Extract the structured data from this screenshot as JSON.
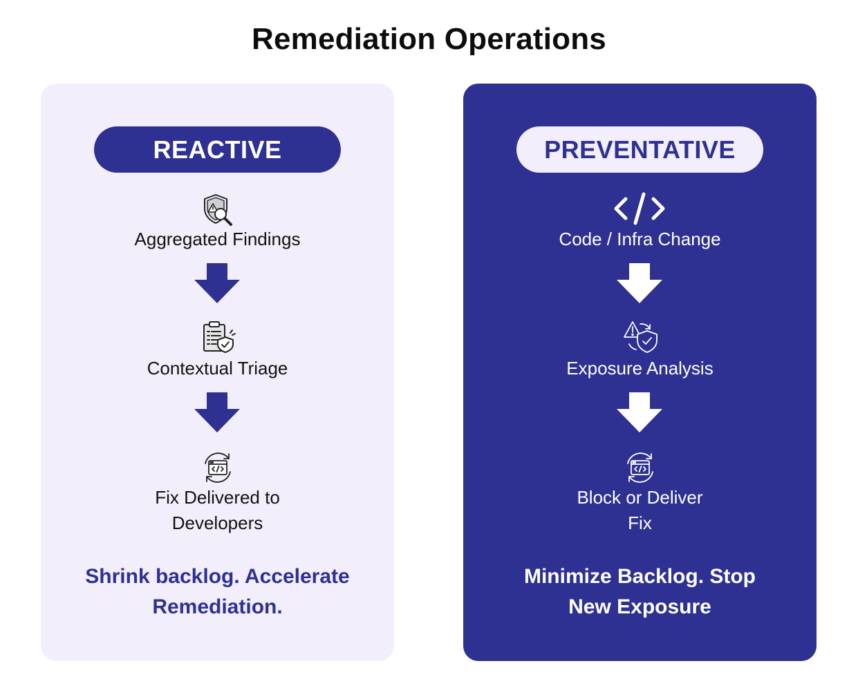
{
  "title": "Remediation Operations",
  "colors": {
    "brand": "#2e3192",
    "light_panel": "#f2eefb",
    "text_dark": "#111111",
    "text_light": "#ffffff"
  },
  "reactive": {
    "label": "REACTIVE",
    "steps": [
      {
        "label": "Aggregated Findings",
        "icon": "shield-warning-magnifier-icon"
      },
      {
        "label": "Contextual Triage",
        "icon": "clipboard-checklist-shield-icon"
      },
      {
        "label": "Fix Delivered to\nDevelopers",
        "icon": "code-window-refresh-icon"
      }
    ],
    "tagline": "Shrink backlog. Accelerate\nRemediation."
  },
  "preventative": {
    "label": "PREVENTATIVE",
    "steps": [
      {
        "label": "Code / Infra Change",
        "icon": "code-brackets-icon"
      },
      {
        "label": "Exposure Analysis",
        "icon": "warning-shield-check-icon"
      },
      {
        "label": "Block or Deliver\nFix",
        "icon": "code-window-refresh-icon"
      }
    ],
    "tagline": "Minimize Backlog. Stop\nNew Exposure"
  }
}
